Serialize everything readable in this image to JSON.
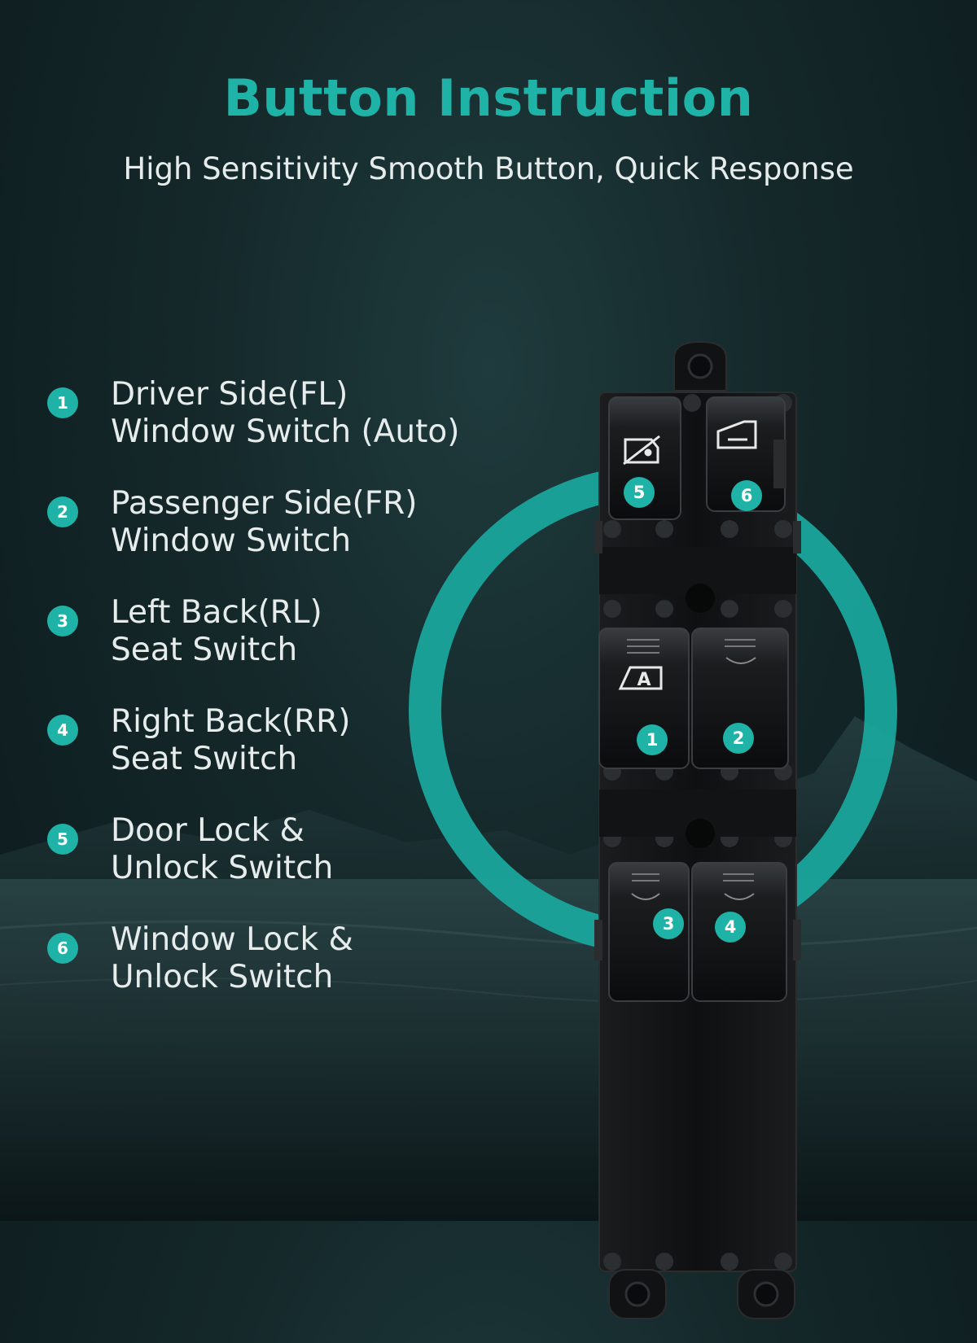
{
  "title": "Button Instruction",
  "subtitle": "High Sensitivity Smooth Button, Quick Response",
  "accent_color": "#1fb3a8",
  "legend": [
    {
      "number": "1",
      "line1": "Driver Side(FL)",
      "line2": "Window Switch (Auto)"
    },
    {
      "number": "2",
      "line1": "Passenger Side(FR)",
      "line2": "Window Switch"
    },
    {
      "number": "3",
      "line1": "Left Back(RL)",
      "line2": "Seat Switch"
    },
    {
      "number": "4",
      "line1": "Right Back(RR)",
      "line2": "Seat Switch"
    },
    {
      "number": "5",
      "line1": "Door Lock &",
      "line2": "Unlock Switch"
    },
    {
      "number": "6",
      "line1": "Window Lock &",
      "line2": "Unlock Switch"
    }
  ],
  "switch_labels": {
    "b1": "1",
    "b2": "2",
    "b3": "3",
    "b4": "4",
    "b5": "5",
    "b6": "6",
    "auto_icon_letter": "A"
  }
}
